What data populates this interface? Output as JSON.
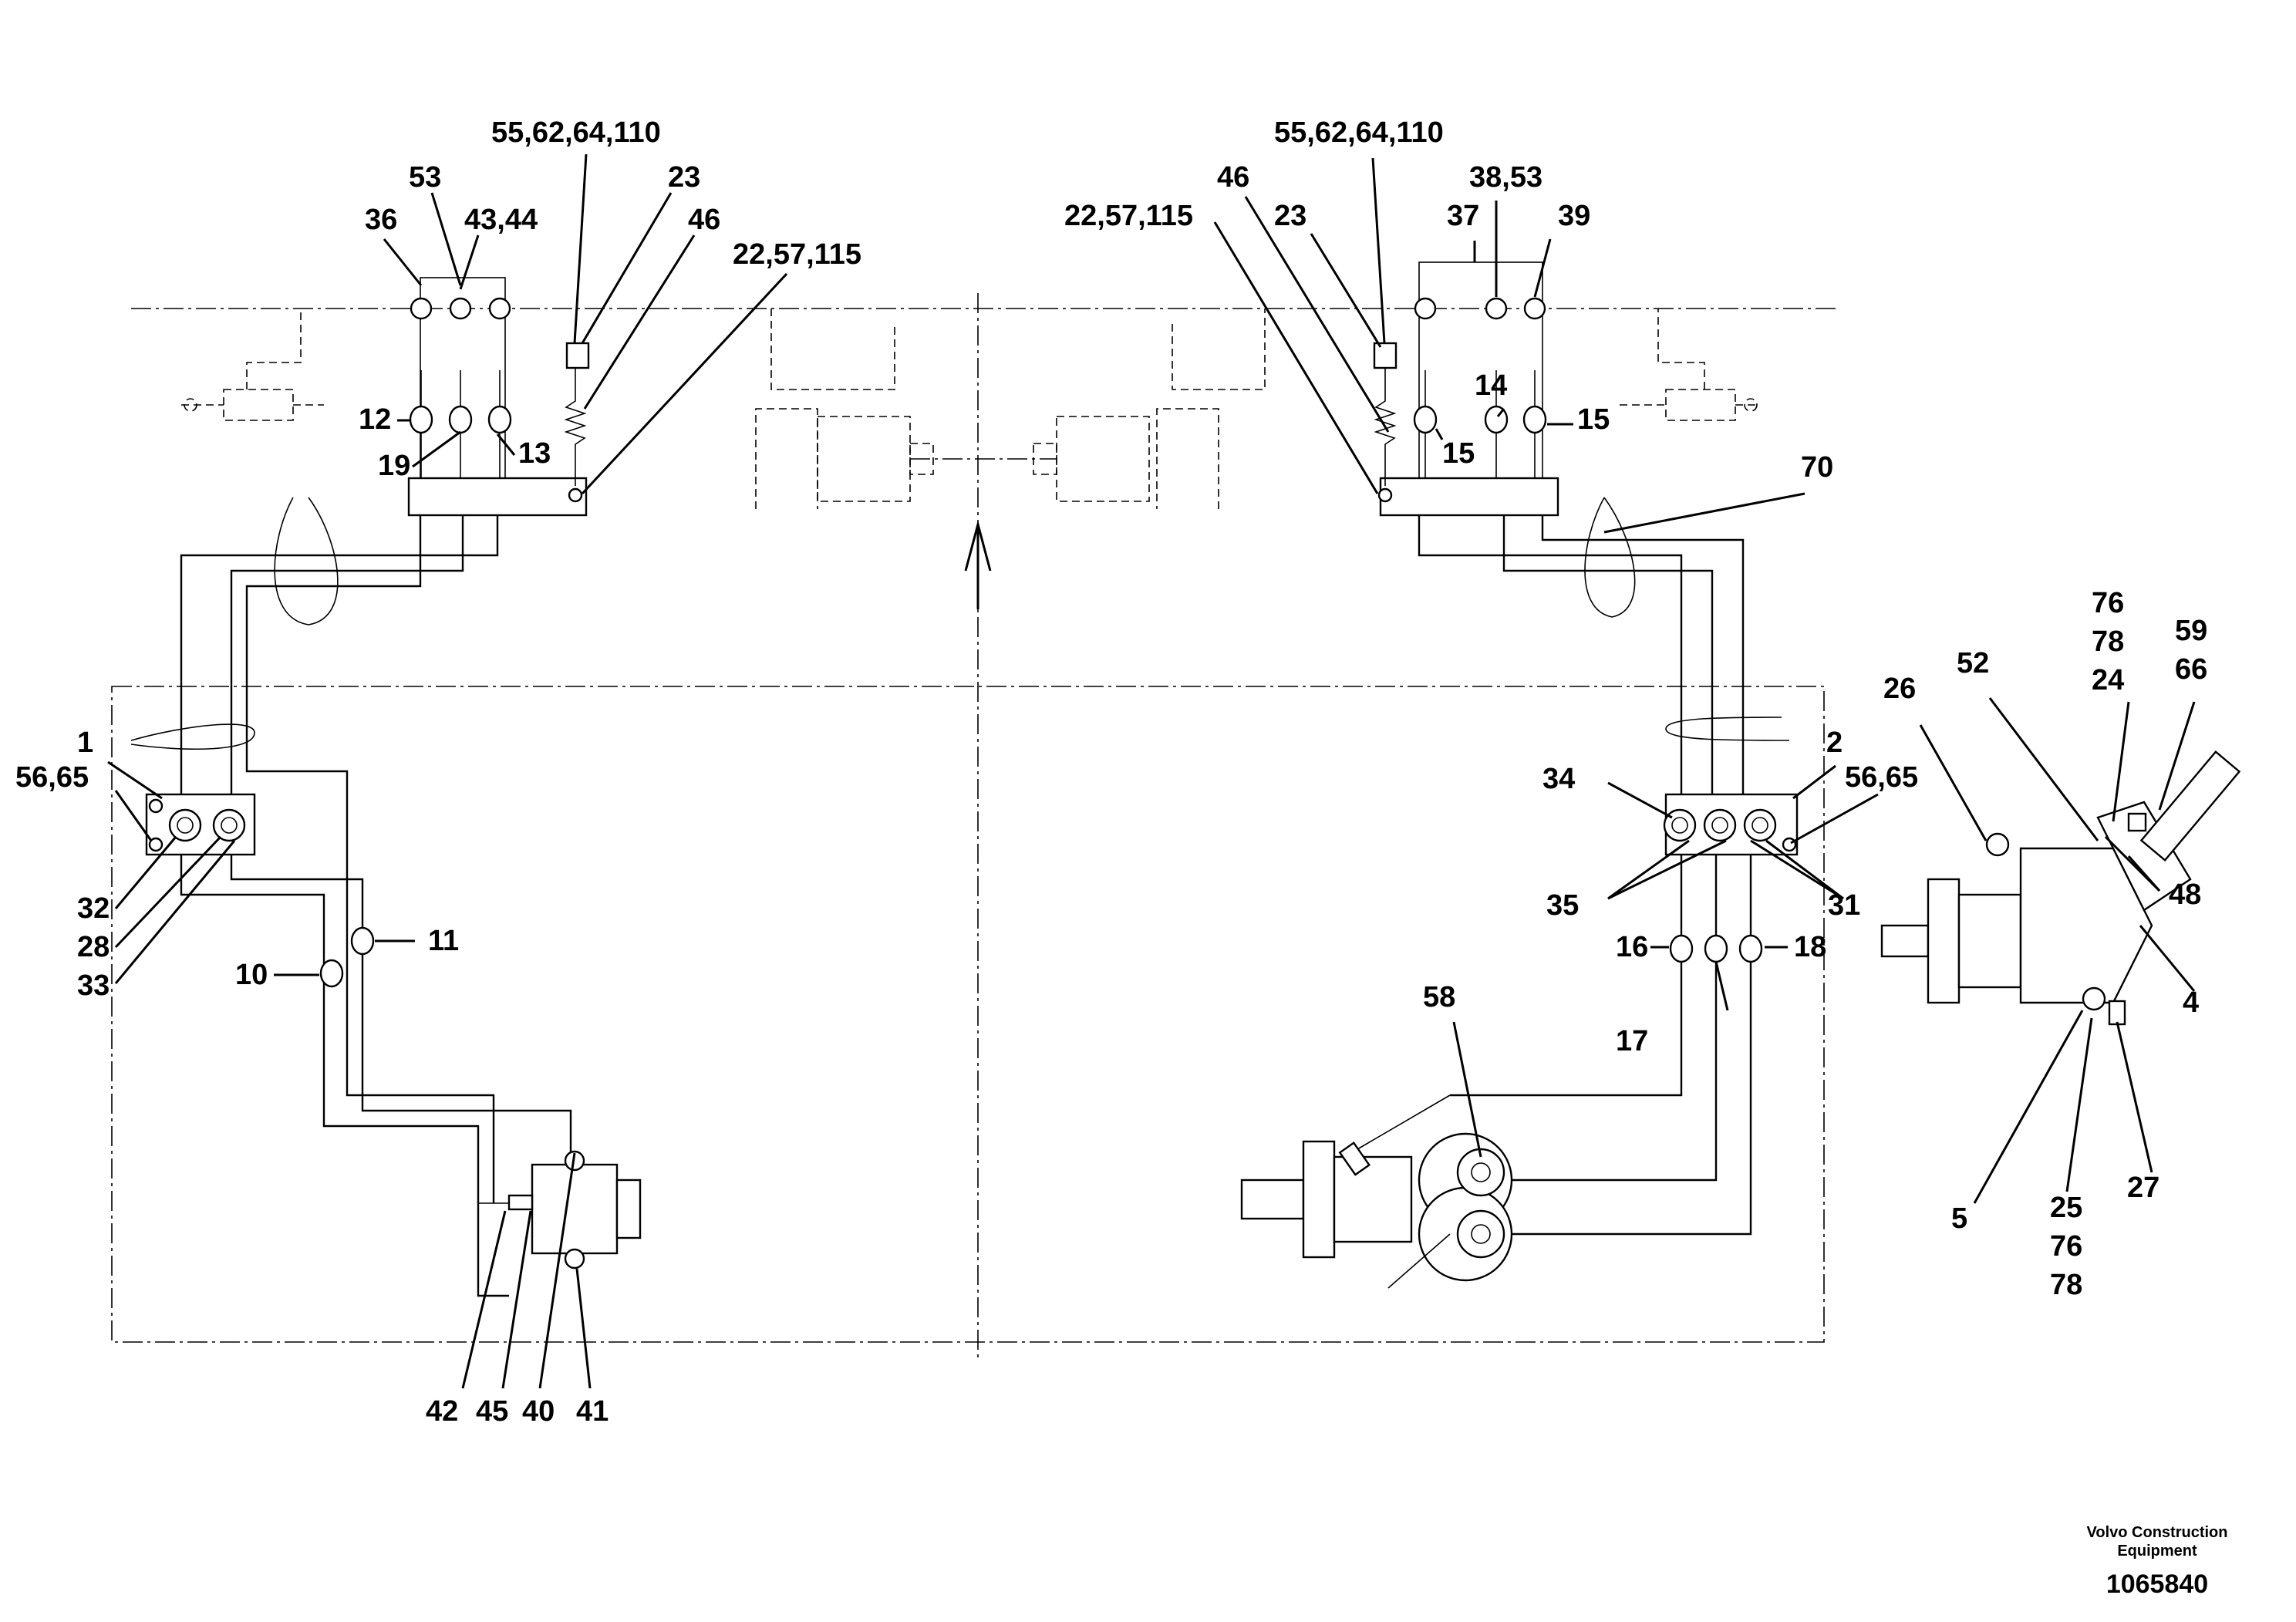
{
  "labels": {
    "l_55_62_64_110_left": "55,62,64,110",
    "l_53_left": "53",
    "l_23_left": "23",
    "l_36": "36",
    "l_43_44": "43,44",
    "l_46_left": "46",
    "l_22_57_115_left": "22,57,115",
    "l_12": "12",
    "l_19": "19",
    "l_13": "13",
    "l_1": "1",
    "l_56_65_left": "56,65",
    "l_32": "32",
    "l_28": "28",
    "l_33": "33",
    "l_10": "10",
    "l_11": "11",
    "l_42": "42",
    "l_45": "45",
    "l_40": "40",
    "l_41": "41",
    "l_55_62_64_110_right": "55,62,64,110",
    "l_46_right": "46",
    "l_38_53": "38,53",
    "l_22_57_115_right": "22,57,115",
    "l_23_right": "23",
    "l_37": "37",
    "l_39": "39",
    "l_14": "14",
    "l_15_a": "15",
    "l_15_b": "15",
    "l_70": "70",
    "l_34": "34",
    "l_2": "2",
    "l_56_65_right": "56,65",
    "l_35": "35",
    "l_31": "31",
    "l_16": "16",
    "l_17": "17",
    "l_18": "18",
    "l_58": "58",
    "l_26": "26",
    "l_52": "52",
    "l_76_top": "76",
    "l_78_top": "78",
    "l_24": "24",
    "l_59": "59",
    "l_66": "66",
    "l_48": "48",
    "l_4": "4",
    "l_5": "5",
    "l_25": "25",
    "l_76_bottom": "76",
    "l_78_bottom": "78",
    "l_27": "27"
  },
  "footer": {
    "company": "Volvo Construction Equipment",
    "drawing_number": "1065840"
  }
}
